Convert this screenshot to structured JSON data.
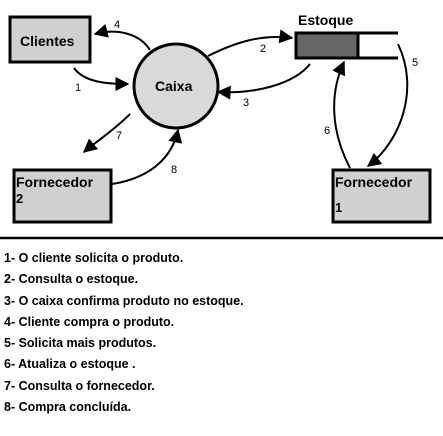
{
  "nodes": {
    "clientes": "Clientes",
    "caixa": "Caixa",
    "estoque": "Estoque",
    "fornecedor_left": {
      "name": "Fornecedor",
      "number": "2"
    },
    "fornecedor_right": {
      "name": "Fornecedor",
      "number": "1"
    }
  },
  "edges": {
    "e1": "1",
    "e2": "2",
    "e3": "3",
    "e4": "4",
    "e5": "5",
    "e6": "6",
    "e7": "7",
    "e8": "8"
  },
  "legend": [
    "1- O cliente solicita o produto.",
    "2- Consulta o estoque.",
    "3- O caixa confirma produto no estoque.",
    "4- Cliente compra o produto.",
    "5- Solicita mais produtos.",
    "6- Atualiza o estoque .",
    "7- Consulta o fornecedor.",
    "8- Compra concluída."
  ],
  "colors": {
    "box_fill": "#d0d0d0",
    "circle_fill": "#d9d9d9",
    "stock_dark": "#666666",
    "line": "#000000"
  }
}
